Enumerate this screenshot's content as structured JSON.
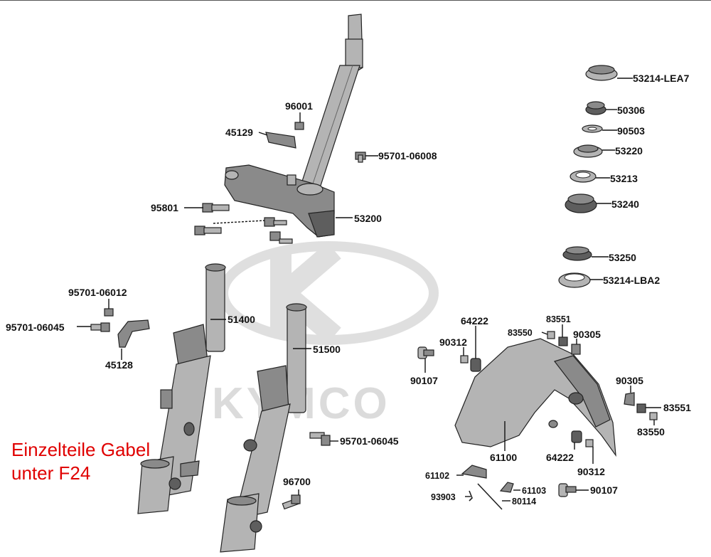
{
  "watermark": {
    "brand": "KYMCO"
  },
  "note": {
    "line1": "Einzelteile Gabel",
    "line2": "unter F24",
    "color": "#e00000"
  },
  "parts": {
    "p53214_lea7": "53214-LEA7",
    "p50306": "50306",
    "p90503": "90503",
    "p53220": "53220",
    "p53213": "53213",
    "p53240": "53240",
    "p53250": "53250",
    "p53214_lba2": "53214-LBA2",
    "p96001": "96001",
    "p45129": "45129",
    "p95701_06008": "95701-06008",
    "p95801": "95801",
    "p53200": "53200",
    "p95701_06012": "95701-06012",
    "p95701_06045_a": "95701-06045",
    "p45128": "45128",
    "p51400": "51400",
    "p51500": "51500",
    "p95701_06045_b": "95701-06045",
    "p96700": "96700",
    "p64222_a": "64222",
    "p90312_a": "90312",
    "p83551_a": "83551",
    "p83550_a": "83550",
    "p90305_a": "90305",
    "p90107_a": "90107",
    "p90305_b": "90305",
    "p83551_b": "83551",
    "p83550_b": "83550",
    "p61100": "61100",
    "p64222_b": "64222",
    "p90312_b": "90312",
    "p61102": "61102",
    "p61103": "61103",
    "p93903": "93903",
    "p80114": "80114",
    "p90107_b": "90107"
  }
}
